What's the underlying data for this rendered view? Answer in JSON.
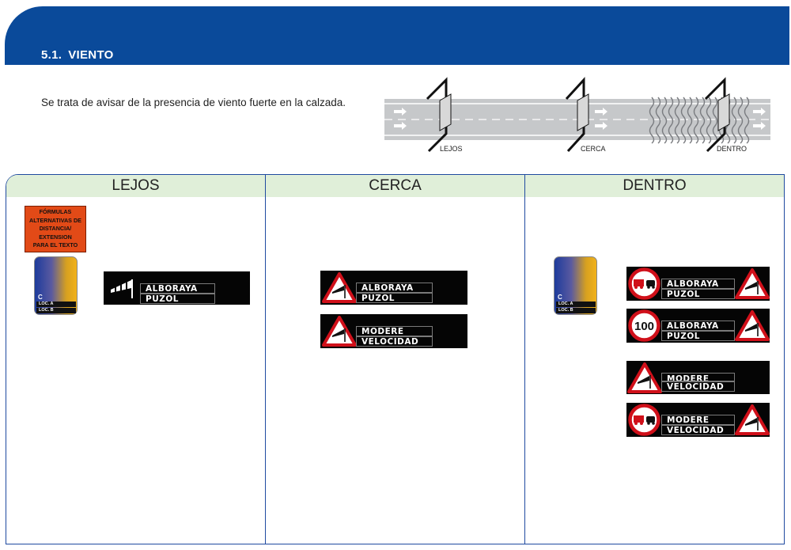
{
  "header": {
    "number": "5.1.",
    "title": "VIENTO",
    "bar_color": "#0a4a9a"
  },
  "intro": "Se trata de avisar de la presencia de viento fuerte en la calzada.",
  "diagram": {
    "zones": [
      "LEJOS",
      "CERCA",
      "DENTRO"
    ]
  },
  "columns": [
    {
      "title": "LEJOS"
    },
    {
      "title": "CERCA"
    },
    {
      "title": "DENTRO"
    }
  ],
  "lejos": {
    "note_lines": [
      "FÓRMULAS",
      "ALTERNATIVAS DE",
      "DISTANCIA/",
      "EXTENSION",
      "PARA EL TEXTO"
    ],
    "pmv": {
      "letter": "C",
      "loc_a": "LOC. A",
      "loc_b": "LOC. B"
    },
    "vms": {
      "icon": "windsock-icon",
      "line1": "ALBORAYA",
      "line2": "PUZOL"
    }
  },
  "cerca": {
    "vms1": {
      "icon": "wind-warning-triangle-icon",
      "line1": "ALBORAYA",
      "line2": "PUZOL"
    },
    "vms2": {
      "icon": "wind-warning-triangle-icon",
      "line1": "MODERE",
      "line2": "VELOCIDAD"
    }
  },
  "dentro": {
    "pmv": {
      "letter": "C",
      "loc_a": "LOC. A",
      "loc_b": "LOC. B"
    },
    "vms1": {
      "icon_left": "no-overtaking-trucks-icon",
      "icon_right": "wind-warning-triangle-icon",
      "line1": "ALBORAYA",
      "line2": "PUZOL"
    },
    "vms2": {
      "icon_left": "speed-limit-sign-icon",
      "speed": "100",
      "icon_right": "wind-warning-triangle-icon",
      "line1": "ALBORAYA",
      "line2": "PUZOL"
    },
    "vms3": {
      "icon": "wind-warning-triangle-icon",
      "line1": "MODERE",
      "line2": "VELOCIDAD"
    },
    "vms4": {
      "icon_left": "no-overtaking-trucks-icon",
      "icon_right": "wind-warning-triangle-icon",
      "line1": "MODERE",
      "line2": "VELOCIDAD"
    }
  },
  "colors": {
    "panel_border": "#1f4aa0",
    "column_header_bg": "#e0efd9",
    "note_bg": "#e24a17",
    "sign_red": "#d0101a"
  }
}
